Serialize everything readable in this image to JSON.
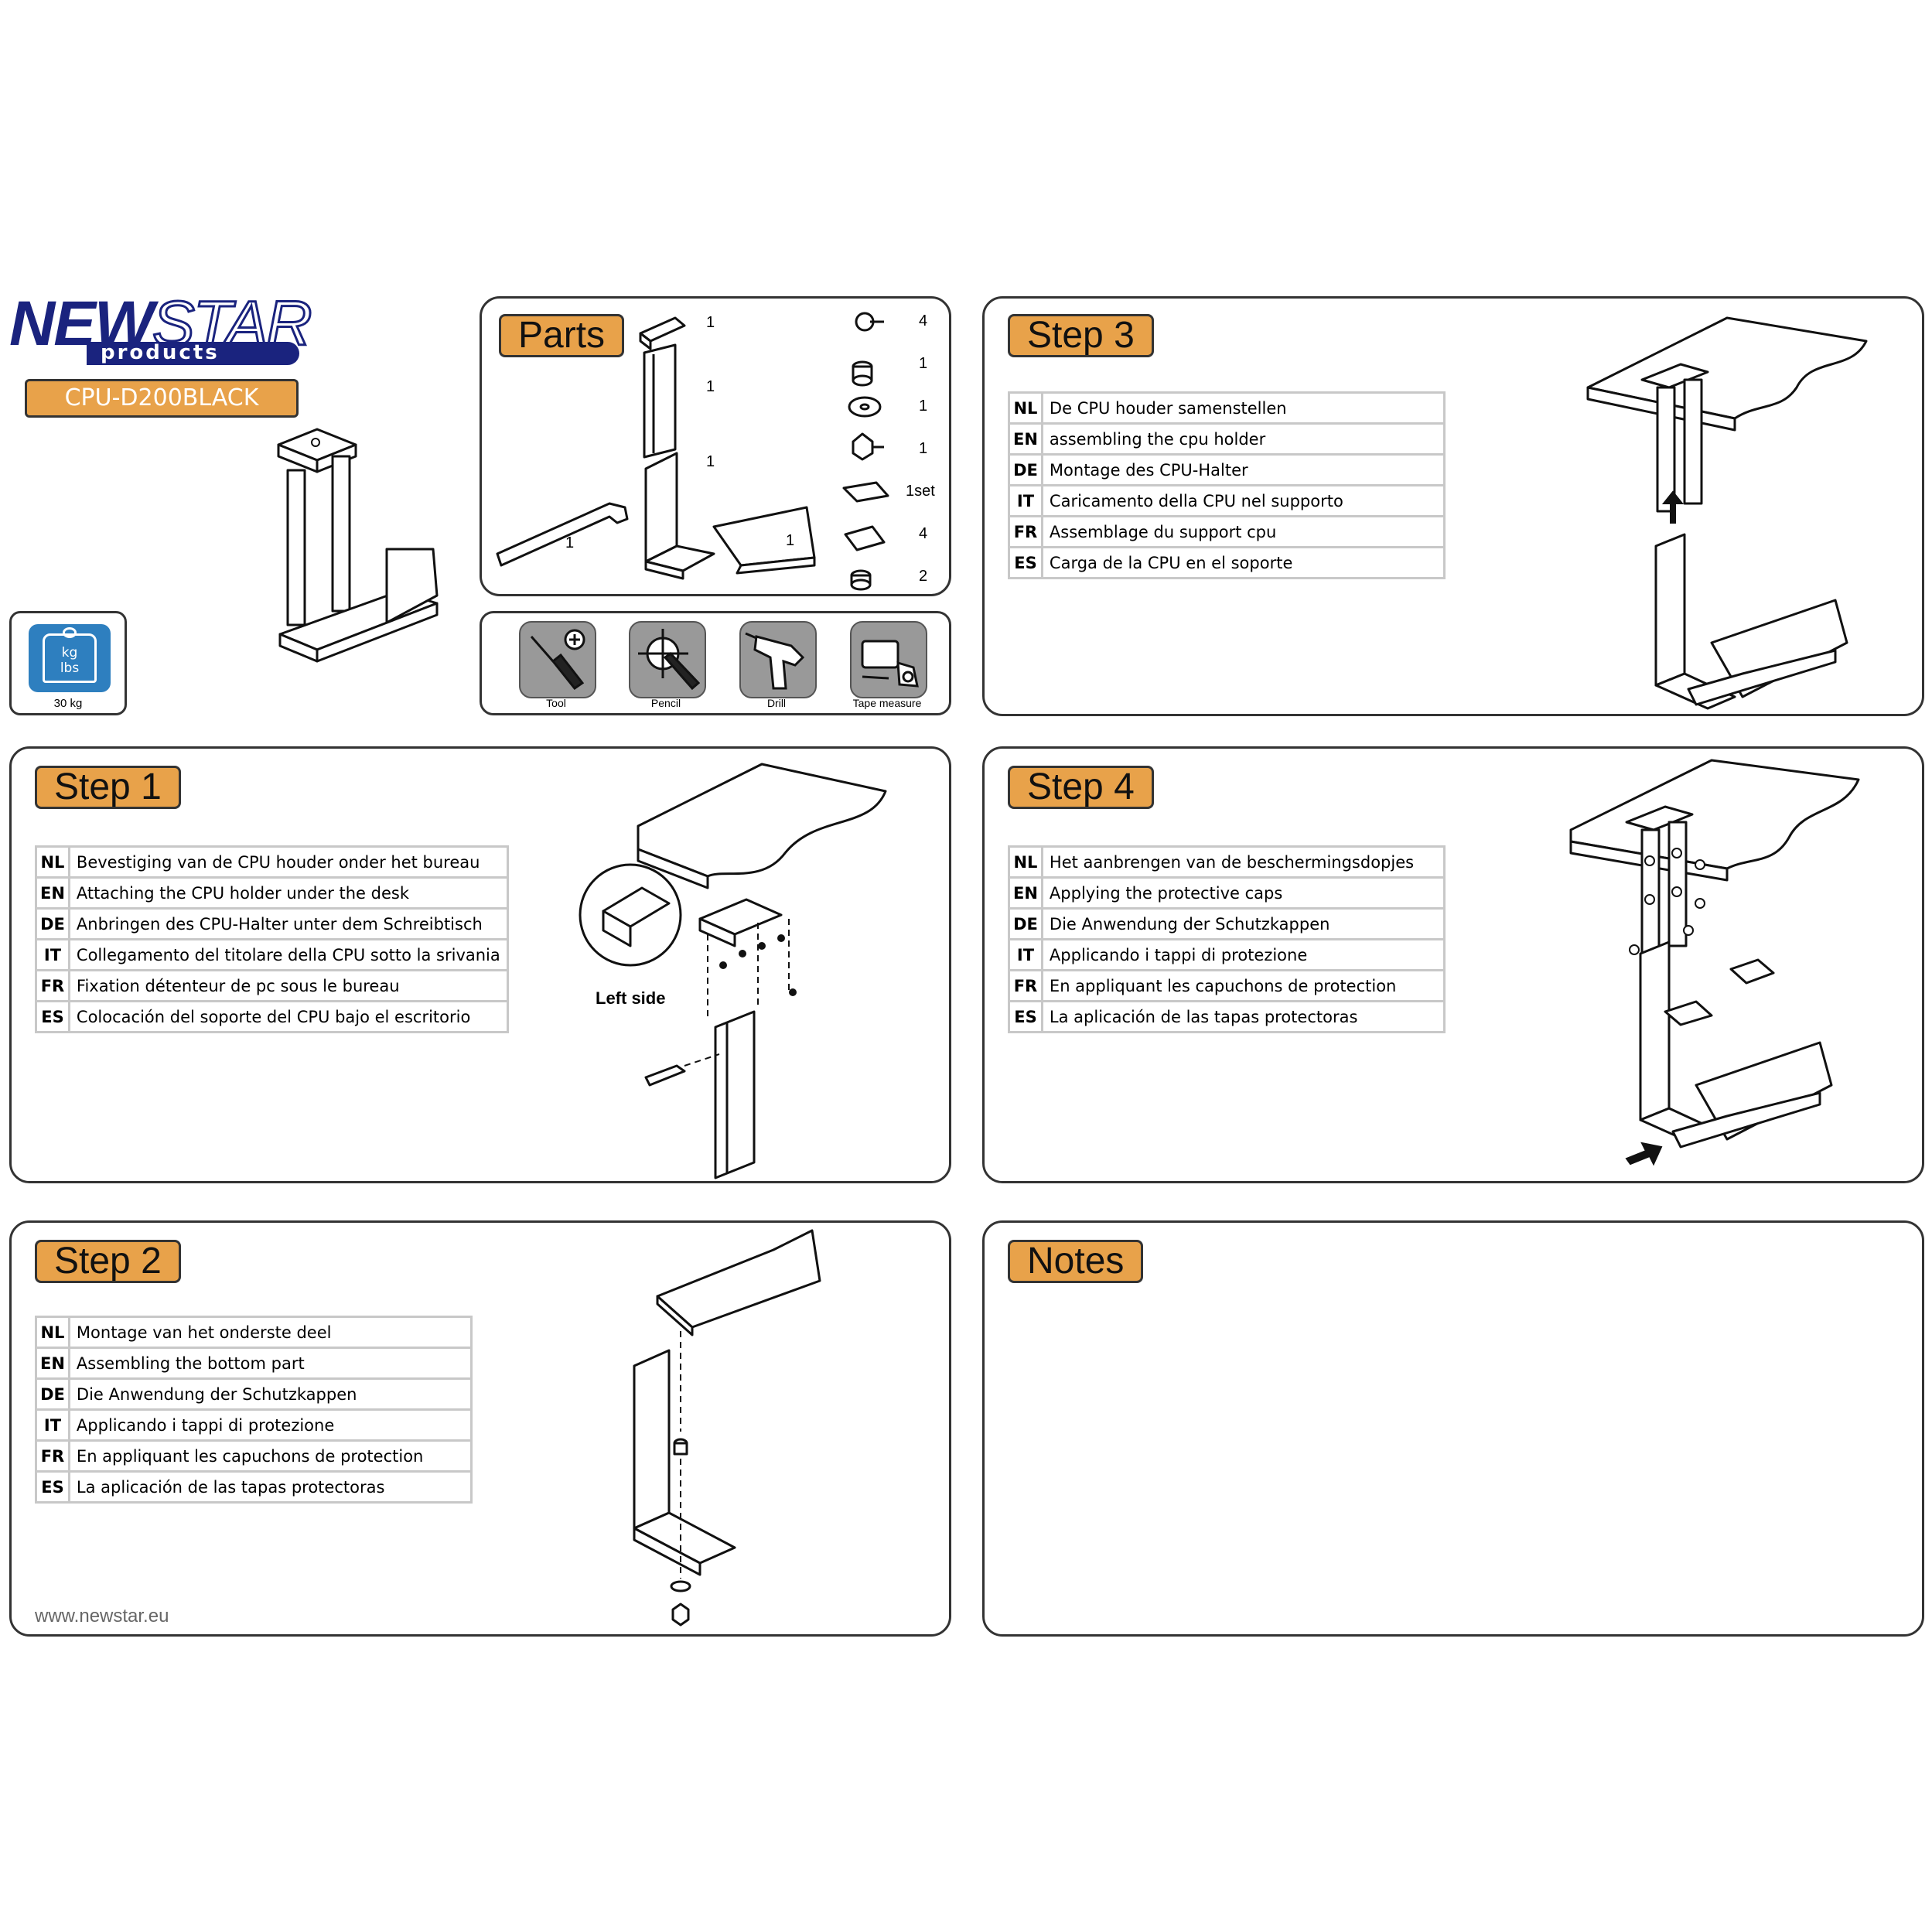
{
  "brand": {
    "name_part1": "NEW",
    "name_part2": "STAR",
    "sub": "products"
  },
  "model": "CPU-D200BLACK",
  "weight": {
    "unit_top": "kg",
    "unit_bottom": "lbs",
    "label": "30 kg"
  },
  "parts": {
    "title": "Parts",
    "items": [
      {
        "icon": "top-bracket",
        "qty": "1"
      },
      {
        "icon": "upper-rail",
        "qty": "1"
      },
      {
        "icon": "lower-frame",
        "qty": "1"
      },
      {
        "icon": "allen-key",
        "qty": "1"
      },
      {
        "icon": "side-holder",
        "qty": "1"
      },
      {
        "icon": "screw",
        "qty": "4"
      },
      {
        "icon": "spacer",
        "qty": "1"
      },
      {
        "icon": "washer",
        "qty": "1"
      },
      {
        "icon": "knob-bolt",
        "qty": "1"
      },
      {
        "icon": "pad-strip",
        "qty": "1set"
      },
      {
        "icon": "protective-cap",
        "qty": "4"
      },
      {
        "icon": "cap-nut",
        "qty": "2"
      }
    ]
  },
  "tools": [
    {
      "icon": "screwdriver",
      "label": "Tool"
    },
    {
      "icon": "pencil",
      "label": "Pencil"
    },
    {
      "icon": "drill",
      "label": "Drill"
    },
    {
      "icon": "tape-measure",
      "label": "Tape measure"
    }
  ],
  "step1": {
    "title": "Step 1",
    "rows": [
      {
        "code": "NL",
        "text": "Bevestiging van de CPU houder  onder het bureau"
      },
      {
        "code": "EN",
        "text": "Attaching the CPU holder under the desk"
      },
      {
        "code": "DE",
        "text": "Anbringen des CPU-Halter unter dem Schreibtisch"
      },
      {
        "code": "IT",
        "text": "Collegamento del titolare della CPU sotto la srivania"
      },
      {
        "code": "FR",
        "text": "Fixation détenteur de pc  sous le bureau"
      },
      {
        "code": "ES",
        "text": "Colocación del soporte del CPU bajo el escritorio"
      }
    ],
    "callout": "Left side"
  },
  "step2": {
    "title": "Step 2",
    "rows": [
      {
        "code": "NL",
        "text": "Montage van het onderste deel"
      },
      {
        "code": "EN",
        "text": "Assembling the bottom part"
      },
      {
        "code": "DE",
        "text": "Die Anwendung der Schutzkappen"
      },
      {
        "code": "IT",
        "text": "Applicando i tappi di protezione"
      },
      {
        "code": "FR",
        "text": "En appliquant les capuchons de protection"
      },
      {
        "code": "ES",
        "text": "La aplicación de las tapas protectoras"
      }
    ],
    "website": "www.newstar.eu"
  },
  "step3": {
    "title": "Step 3",
    "rows": [
      {
        "code": "NL",
        "text": "De  CPU houder samenstellen"
      },
      {
        "code": "EN",
        "text": "assembling the cpu holder"
      },
      {
        "code": "DE",
        "text": "Montage des CPU-Halter"
      },
      {
        "code": "IT",
        "text": "Caricamento della CPU nel supporto"
      },
      {
        "code": "FR",
        "text": "Assemblage du support cpu"
      },
      {
        "code": "ES",
        "text": "Carga de la CPU en el soporte"
      }
    ]
  },
  "step4": {
    "title": "Step 4",
    "rows": [
      {
        "code": "NL",
        "text": "Het aanbrengen van de beschermingsdopjes"
      },
      {
        "code": "EN",
        "text": "Applying the protective caps"
      },
      {
        "code": "DE",
        "text": "Die Anwendung der Schutzkappen"
      },
      {
        "code": "IT",
        "text": "Applicando i tappi di protezione"
      },
      {
        "code": "FR",
        "text": "En appliquant les capuchons de protection"
      },
      {
        "code": "ES",
        "text": "La aplicación de las tapas protectoras"
      }
    ]
  },
  "notes": {
    "title": "Notes"
  }
}
